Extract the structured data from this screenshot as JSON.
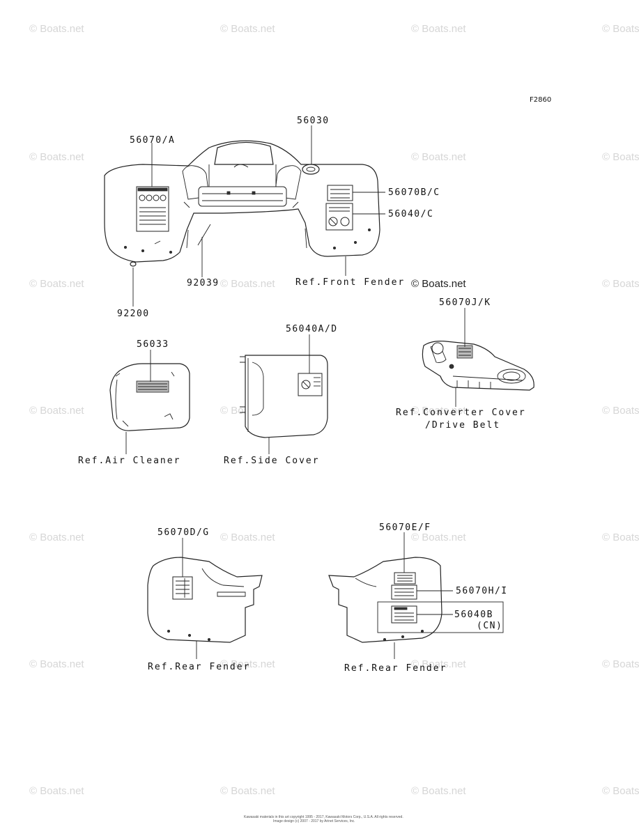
{
  "figure_code": "F2860",
  "watermark": "© Boats.net",
  "watermark_featured": "© Boats.net",
  "callouts": {
    "p56070_a": "56070/A",
    "p56030": "56030",
    "p56070_bc": "56070B/C",
    "p56040_c": "56040/C",
    "p92039": "92039",
    "p92200": "92200",
    "p56033": "56033",
    "p56040_ad": "56040A/D",
    "p56070_jk": "56070J/K",
    "p56070_dg": "56070D/G",
    "p56070_ef": "56070E/F",
    "p56070_hi": "56070H/I",
    "p56040b": "56040B",
    "p56040b_sub": "(CN)"
  },
  "references": {
    "front_fender": "Ref.Front Fender",
    "air_cleaner": "Ref.Air Cleaner",
    "side_cover": "Ref.Side Cover",
    "converter_cover_1": "Ref.Converter Cover",
    "converter_cover_2": "/Drive Belt",
    "rear_fender_left": "Ref.Rear Fender",
    "rear_fender_right": "Ref.Rear Fender"
  },
  "footer": {
    "line1": "Kawasaki materials in this art copyright 1995 - 2017, Kawasaki Motors Corp., U.S.A. All rights reserved.",
    "line2": "Image design (c) 2007 - 2017 by Arinet Services, Inc."
  }
}
